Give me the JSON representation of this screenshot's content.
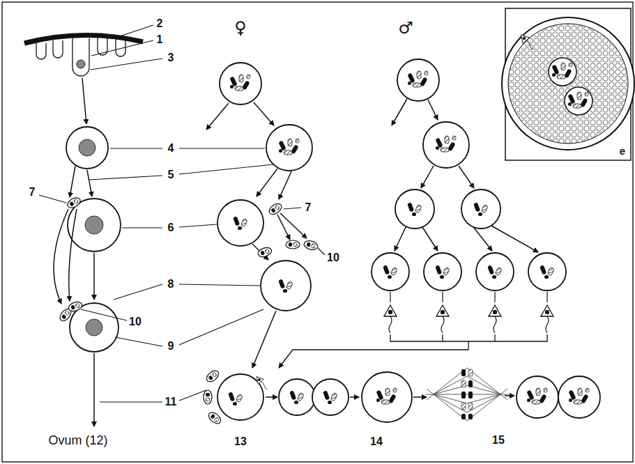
{
  "diagram": {
    "labels": [
      "2",
      "1",
      "3",
      "4",
      "5",
      "7",
      "6",
      "7",
      "8",
      "10",
      "10",
      "9",
      "11",
      "Ovum (12)",
      "13",
      "14",
      "15",
      "♀",
      "♂",
      "e"
    ]
  }
}
